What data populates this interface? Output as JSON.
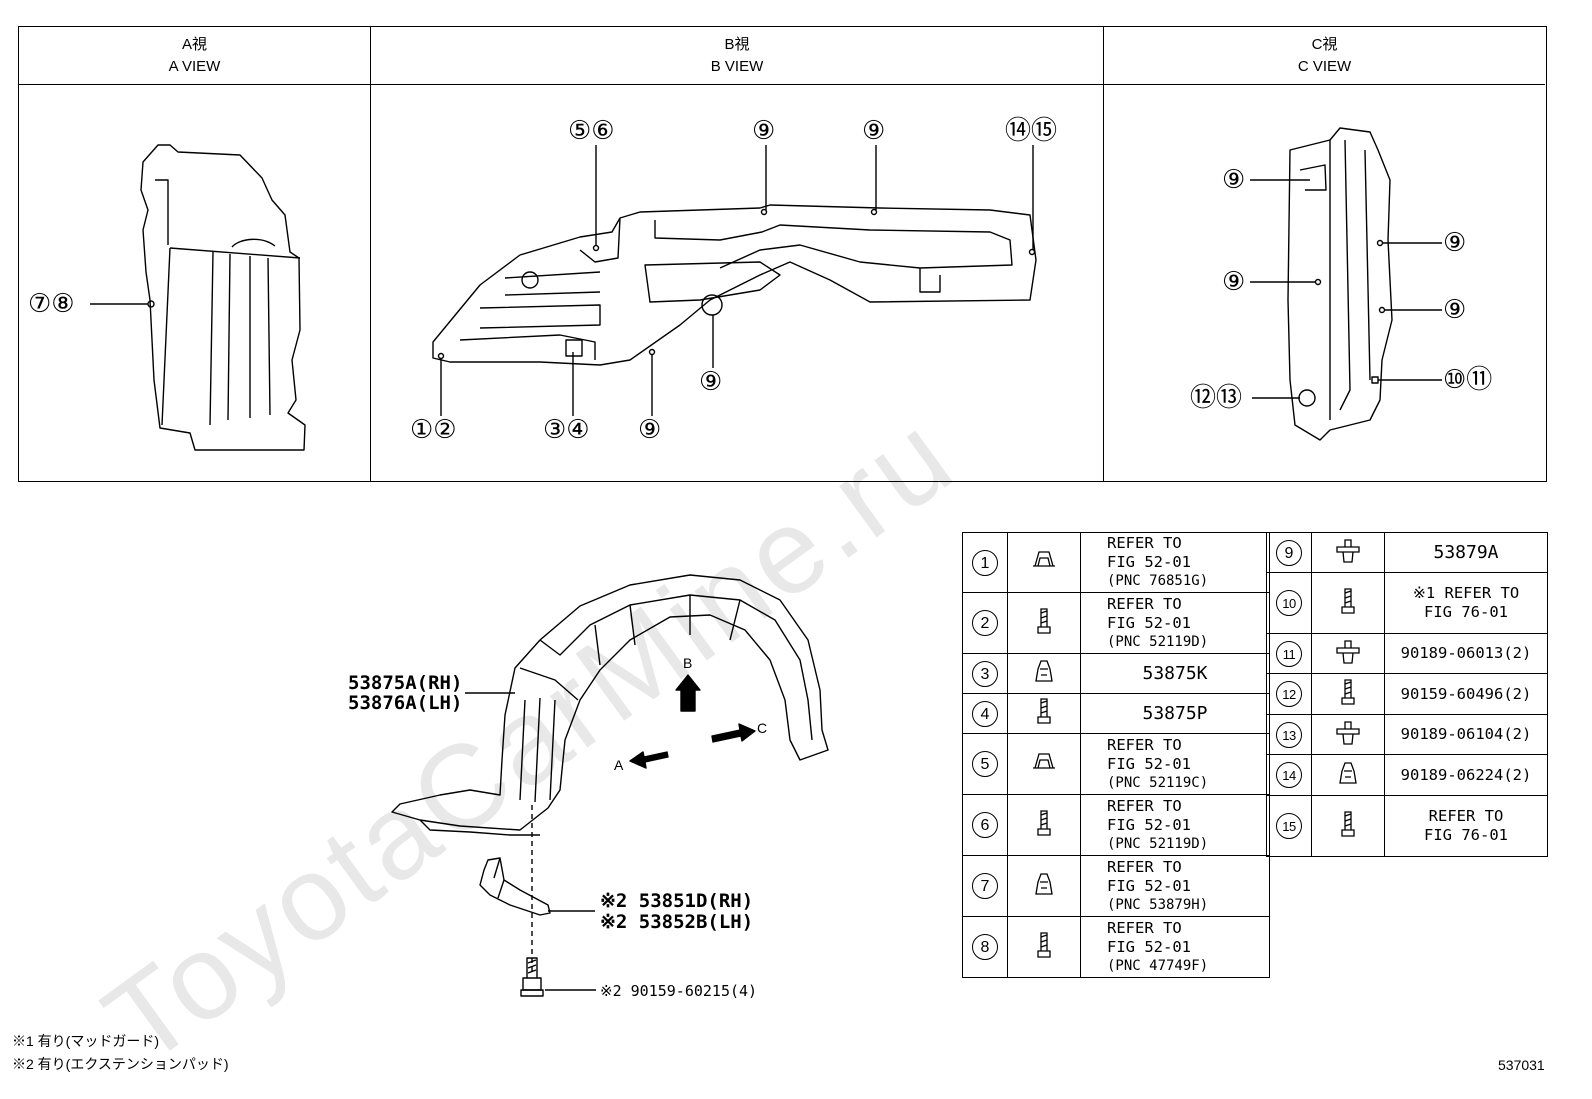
{
  "views": [
    {
      "jp": "A視",
      "en": "A VIEW"
    },
    {
      "jp": "B視",
      "en": "B VIEW"
    },
    {
      "jp": "C視",
      "en": "C VIEW"
    }
  ],
  "callouts": {
    "a_78": "⑦⑧",
    "b_56": "⑤⑥",
    "b_9_top1": "⑨",
    "b_9_top2": "⑨",
    "b_1415": "⑭⑮",
    "b_12": "①②",
    "b_34": "③④",
    "b_9_bot": "⑨",
    "b_9_mid": "⑨",
    "c_9_top": "⑨",
    "c_9_r1": "⑨",
    "c_9_l": "⑨",
    "c_9_r2": "⑨",
    "c_1011": "⑩⑪",
    "c_1213": "⑫⑬"
  },
  "main_labels": {
    "liner_rh": "53875A(RH)",
    "liner_lh": "53876A(LH)",
    "pad_rh": "※2 53851D(RH)",
    "pad_lh": "※2 53852B(LH)",
    "screw": "※2 90159-60215(4)",
    "arrow_a": "A",
    "arrow_b": "B",
    "arrow_c": "C"
  },
  "parts_left": [
    {
      "no": "1",
      "lines": [
        "REFER TO",
        "FIG 52-01",
        "(PNC 76851G)"
      ],
      "icon": "clip-icon"
    },
    {
      "no": "2",
      "lines": [
        "REFER TO",
        "FIG 52-01",
        "(PNC 52119D)"
      ],
      "icon": "screw-icon"
    },
    {
      "no": "3",
      "lines": [
        "53875K"
      ],
      "icon": "nut-clip-icon"
    },
    {
      "no": "4",
      "lines": [
        "53875P"
      ],
      "icon": "screw-icon"
    },
    {
      "no": "5",
      "lines": [
        "REFER TO",
        "FIG 52-01",
        "(PNC 52119C)"
      ],
      "icon": "clip-icon"
    },
    {
      "no": "6",
      "lines": [
        "REFER TO",
        "FIG 52-01",
        "(PNC 52119D)"
      ],
      "icon": "screw-icon"
    },
    {
      "no": "7",
      "lines": [
        "REFER TO",
        "FIG 52-01",
        "(PNC 53879H)"
      ],
      "icon": "nut-clip-icon"
    },
    {
      "no": "8",
      "lines": [
        "REFER TO",
        "FIG 52-01",
        "(PNC 47749F)"
      ],
      "icon": "screw-icon"
    }
  ],
  "parts_right": [
    {
      "no": "9",
      "lines": [
        "53879A"
      ],
      "icon": "push-clip-icon"
    },
    {
      "no": "10",
      "lines": [
        "※1 REFER TO",
        "FIG 76-01"
      ],
      "icon": "screw-icon"
    },
    {
      "no": "11",
      "lines": [
        "90189-06013(2)"
      ],
      "icon": "push-clip-icon"
    },
    {
      "no": "12",
      "lines": [
        "90159-60496(2)"
      ],
      "icon": "screw-icon"
    },
    {
      "no": "13",
      "lines": [
        "90189-06104(2)"
      ],
      "icon": "push-clip-icon"
    },
    {
      "no": "14",
      "lines": [
        "90189-06224(2)"
      ],
      "icon": "nut-clip-icon"
    },
    {
      "no": "15",
      "lines": [
        "REFER TO",
        "FIG 76-01"
      ],
      "icon": "screw-icon"
    }
  ],
  "notes": [
    "※1 有り(マッドガード)",
    "※2 有り(エクステンションパッド)"
  ],
  "figure_no": "537031",
  "watermark": "ToyotaCarMine.ru"
}
